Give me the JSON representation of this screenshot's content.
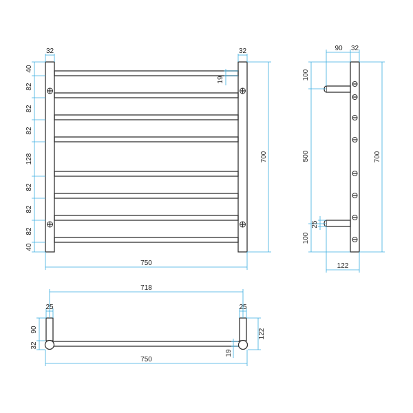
{
  "colors": {
    "dimension_line": "#3aaee0",
    "outline": "#333333",
    "text": "#222222"
  },
  "front_view": {
    "top_post_width_left": "32",
    "top_post_width_right": "32",
    "rail_gaps": [
      "40",
      "82",
      "82",
      "82",
      "128",
      "82",
      "82",
      "82",
      "40"
    ],
    "rail_thickness": "19",
    "total_height": "700",
    "total_width": "750"
  },
  "side_view": {
    "depth": "90",
    "post_width": "32",
    "top_offset": "100",
    "bracket_spacing": "500",
    "bracket_thickness": "25",
    "bottom_offset": "100",
    "total_height": "700",
    "total_depth": "122"
  },
  "top_view": {
    "inner_width": "718",
    "bracket_width_left": "25",
    "bracket_width_right": "25",
    "bracket_depth": "90",
    "post_depth": "32",
    "total_depth": "122",
    "rail_thickness": "19",
    "total_width": "750"
  }
}
